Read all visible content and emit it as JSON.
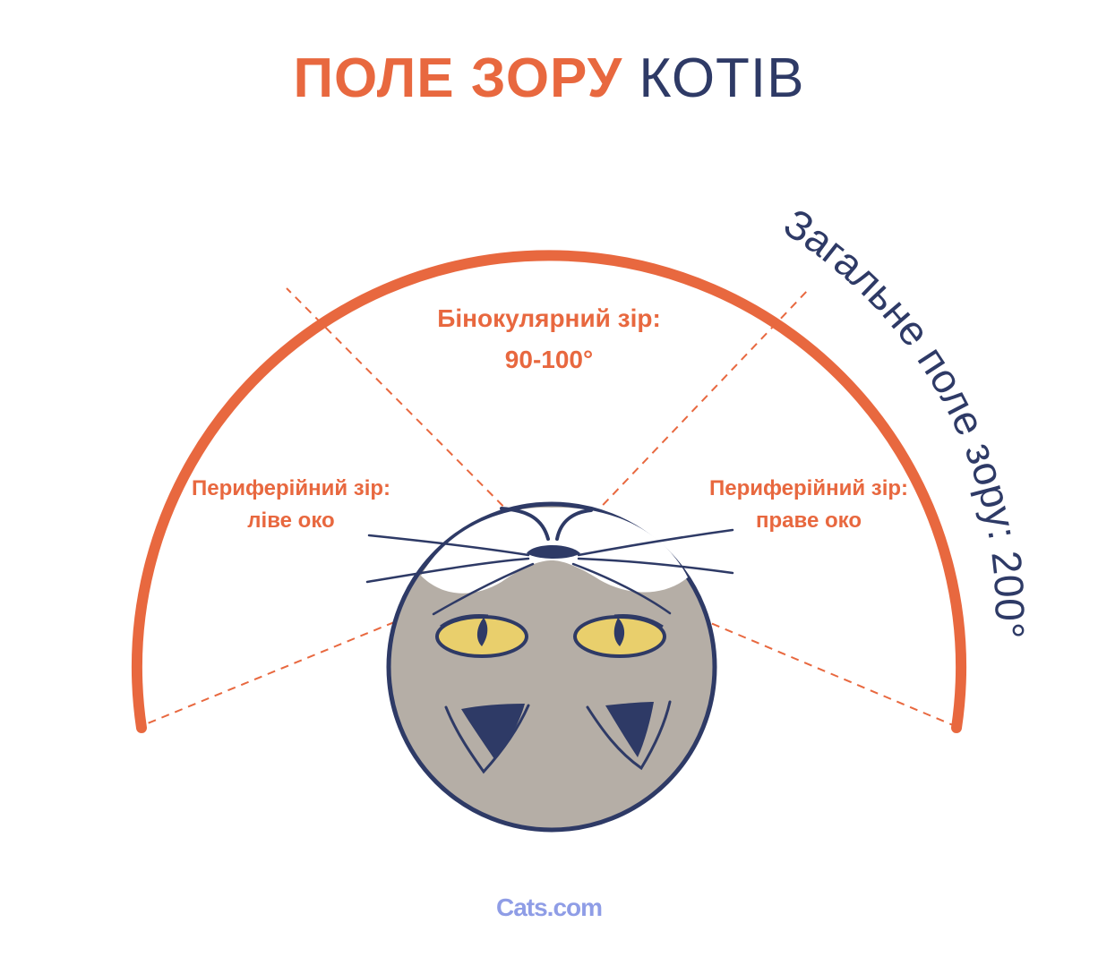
{
  "title": {
    "part1": "ПОЛЕ ЗОРУ",
    "part2": "КОТІВ"
  },
  "binocular": {
    "line1": "Бінокулярний зір:",
    "line2": "90-100°"
  },
  "peripheral_left": {
    "line1": "Периферійний зір:",
    "line2": "ліве око"
  },
  "peripheral_right": {
    "line1": "Периферійний зір:",
    "line2": "праве око"
  },
  "total_field": "Загальне поле зору: 200°",
  "brand": "Cats.com",
  "colors": {
    "accent": "#e8683f",
    "navy": "#2e3a66",
    "fur": "#b5aea6",
    "eye": "#e9cf6c",
    "brand": "#8f9de6"
  },
  "icons": [
    "cat-head-icon",
    "cat-ear-icon",
    "cat-eye-icon",
    "cat-nose-icon",
    "whisker-icon"
  ]
}
